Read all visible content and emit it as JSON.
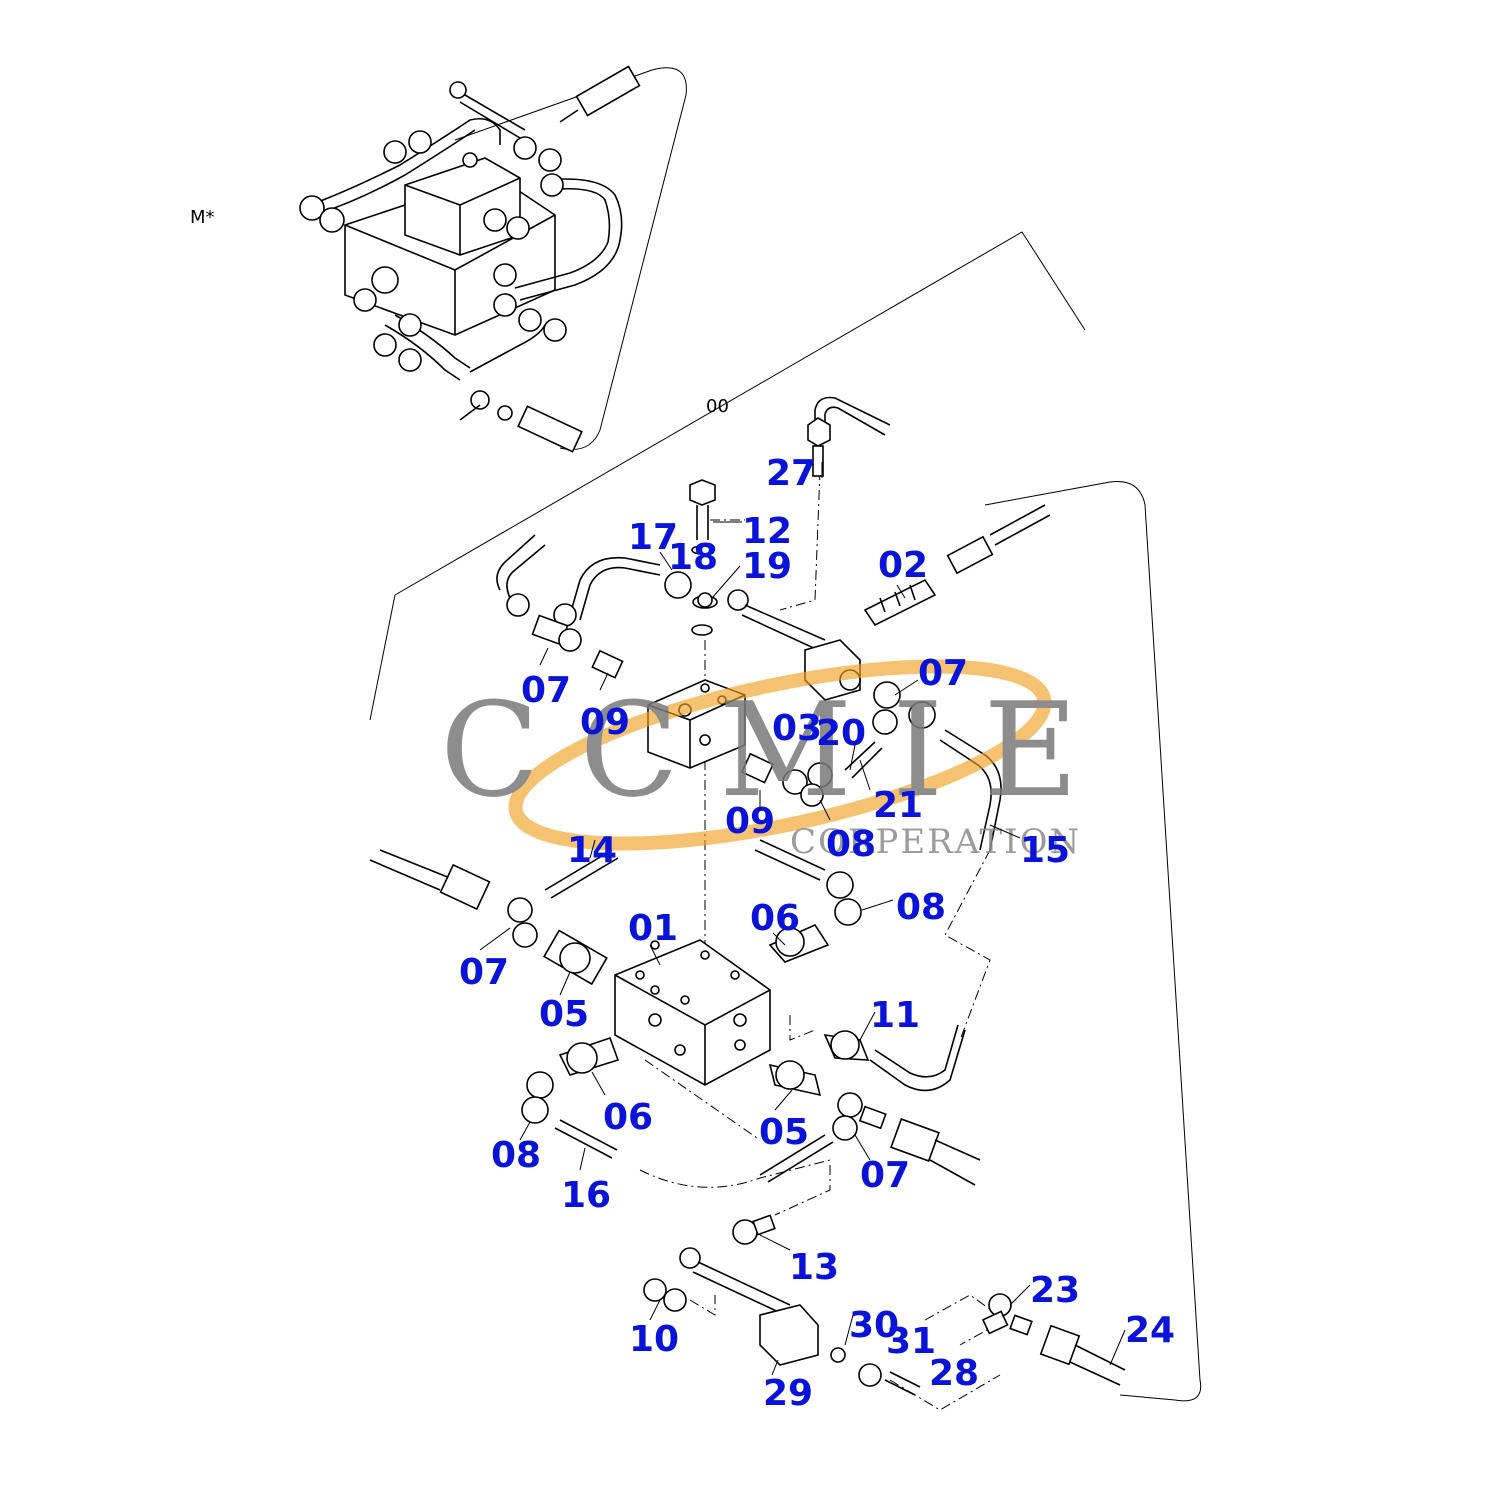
{
  "title": "",
  "labels": {
    "view_marker": "M*",
    "assembly_ref": "00"
  },
  "callouts": [
    "27",
    "12",
    "17",
    "18",
    "19",
    "02",
    "07",
    "09",
    "03",
    "20",
    "07",
    "21",
    "09",
    "08",
    "15",
    "14",
    "08",
    "06",
    "01",
    "07",
    "05",
    "11",
    "06",
    "05",
    "08",
    "07",
    "16",
    "13",
    "23",
    "30",
    "10",
    "31",
    "24",
    "28",
    "29"
  ],
  "watermark": {
    "letters": "CCMIE",
    "sub": "CORPERATION",
    "swoosh_color": "#f0a020",
    "letter_color": "#7a7a7a"
  },
  "callout_color": "#0a14d8"
}
